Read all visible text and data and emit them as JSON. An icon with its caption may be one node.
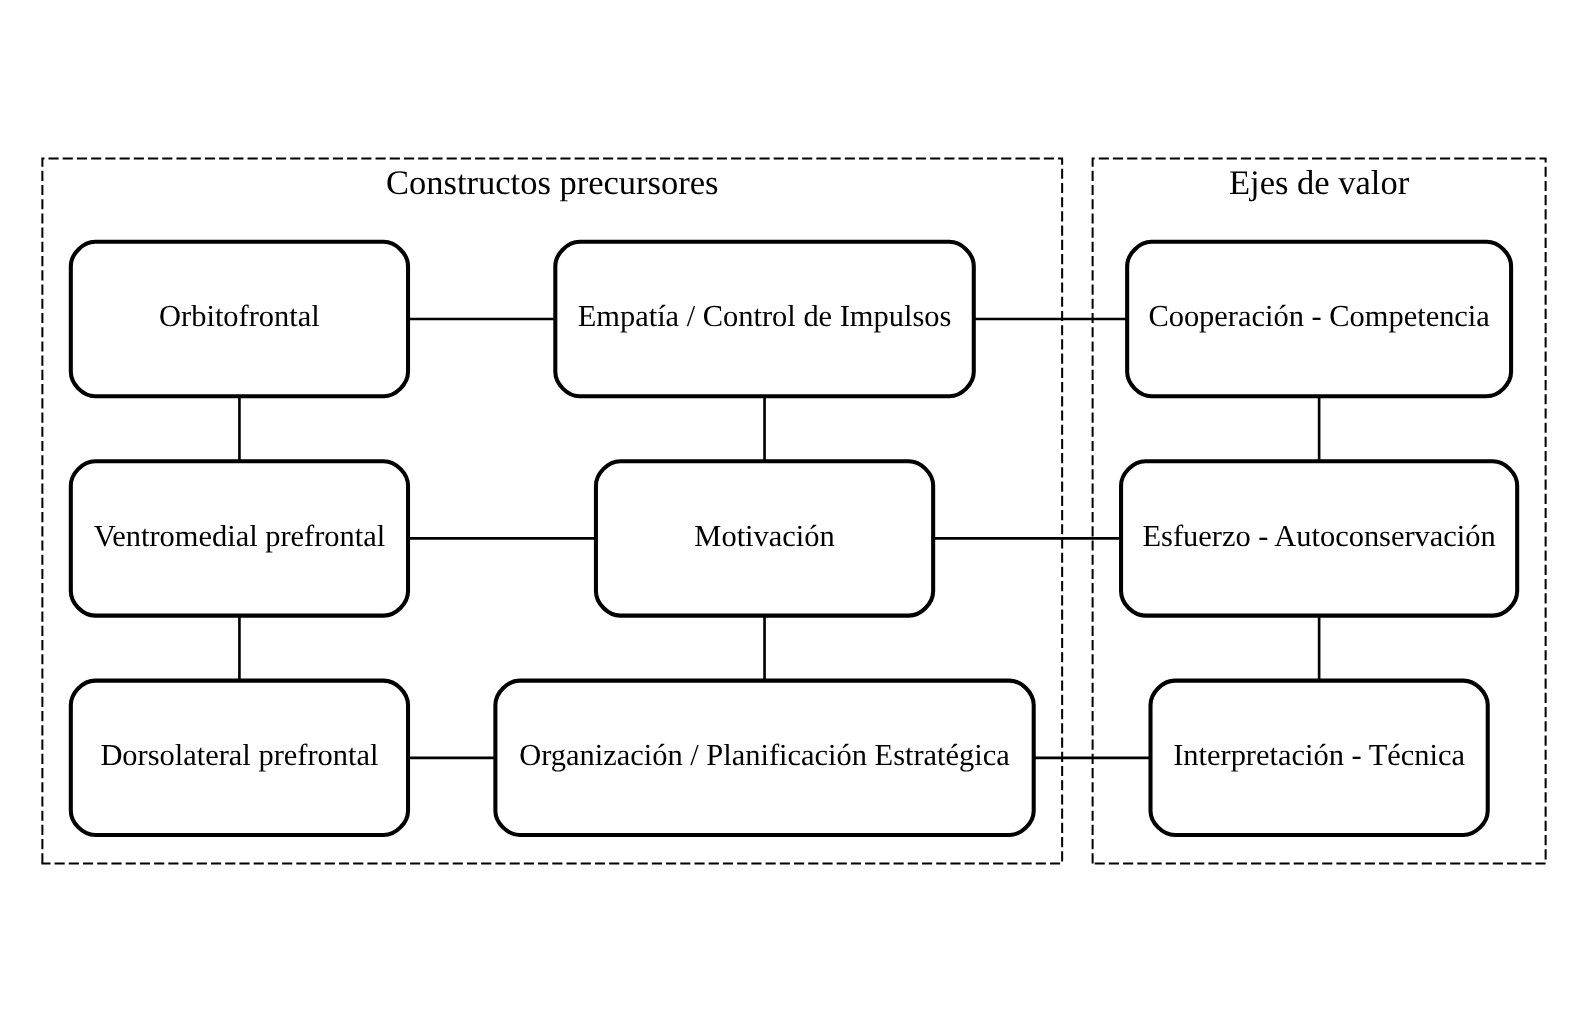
{
  "diagram": {
    "nodes": [
      {
        "text": [
          "Constructos precursores"
        ]
      },
      {
        "text": [
          "Dorsolateral prefrontal"
        ],
        "in": 0
      },
      {
        "text": [
          "Organización / Planificación Estratégica"
        ],
        "in": 0
      },
      {
        "text": [
          "Ventromedial prefrontal"
        ],
        "in": 0
      },
      {
        "text": [
          "Motivación"
        ],
        "in": 0
      },
      {
        "text": [
          "Orbitofrontal"
        ],
        "in": 0
      },
      {
        "text": [
          "Empatía / Control de Impulsos"
        ],
        "in": 0
      },
      {
        "text": [
          "Ejes de valor"
        ]
      },
      {
        "text": [
          "Interpretación - Técnica"
        ],
        "in": 7
      },
      {
        "text": [
          "Esfuerzo - Autoconservación"
        ],
        "in": 7
      },
      {
        "text": [
          "Cooperación - Competencia"
        ],
        "in": 7
      }
    ],
    "edges": [
      {
        "from": 1,
        "to": 2,
        "arrow": "none"
      },
      {
        "from": 1,
        "to": 3,
        "arrow": "none"
      },
      {
        "from": 2,
        "to": 4,
        "arrow": "none"
      },
      {
        "from": 3,
        "to": 4,
        "arrow": "none"
      },
      {
        "from": 3,
        "to": 5,
        "arrow": "none"
      },
      {
        "from": 4,
        "to": 6,
        "arrow": "none"
      },
      {
        "from": 5,
        "to": 6,
        "arrow": "none"
      },
      {
        "from": 2,
        "to": 8,
        "arrow": "none"
      },
      {
        "from": 4,
        "to": 9,
        "arrow": "none"
      },
      {
        "from": 6,
        "to": 10,
        "arrow": "none"
      },
      {
        "from": 8,
        "to": 9,
        "arrow": "none"
      },
      {
        "from": 9,
        "to": 10,
        "arrow": "none"
      }
    ]
  }
}
